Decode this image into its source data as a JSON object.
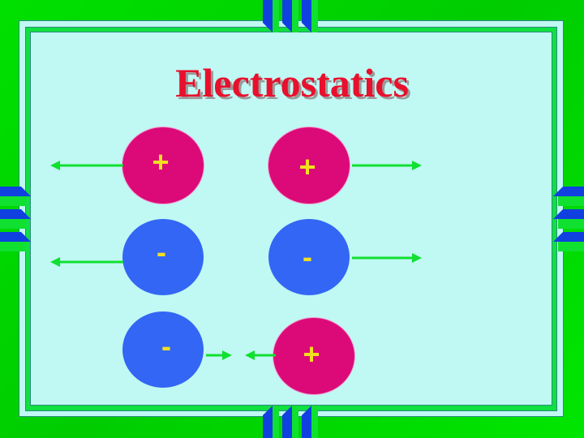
{
  "slide": {
    "title": "Electrostatics",
    "colors": {
      "background": "#00dd00",
      "panel": "#c0f8f4",
      "title": "#e8102c",
      "positive": "#dc0a78",
      "negative": "#3366f4",
      "sign": "#f0e020",
      "arrow": "#10e030"
    },
    "rows": [
      {
        "left": {
          "sign": "+",
          "type": "positive"
        },
        "right": {
          "sign": "+",
          "type": "positive"
        },
        "force": "repel"
      },
      {
        "left": {
          "sign": "-",
          "type": "negative"
        },
        "right": {
          "sign": "-",
          "type": "negative"
        },
        "force": "repel"
      },
      {
        "left": {
          "sign": "-",
          "type": "negative"
        },
        "right": {
          "sign": "+",
          "type": "positive"
        },
        "force": "attract"
      }
    ]
  }
}
